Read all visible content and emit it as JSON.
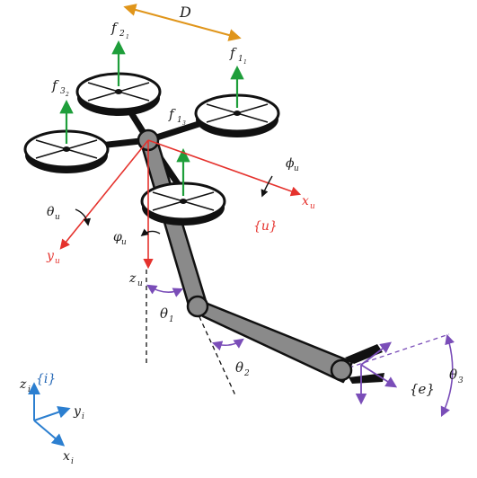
{
  "colors": {
    "force": "#1e9e3a",
    "body_frame": "#e5322d",
    "inertial_frame": "#2c7fd0",
    "angle": "#7a4db8",
    "dimension": "#e0951a",
    "link": "#8a8a8a",
    "dark": "#111111"
  },
  "labels": {
    "D": "D",
    "f": "f",
    "f2_sub": "2",
    "f2_subsub": "1",
    "f1_sub": "1",
    "f1_subsub": "1",
    "f3_sub": "3",
    "f3_subsub": "2",
    "f4_sub": "1",
    "f4_subsub": "3",
    "phi_u": "ϕ",
    "u_sub": "u",
    "theta_u": "θ",
    "varphi_u": "φ",
    "x_u": "x",
    "y_u": "y",
    "z_u": "z",
    "frame_u": "{u}",
    "theta_1": "θ",
    "sub_1": "1",
    "theta_2": "θ",
    "sub_2": "2",
    "theta_3": "θ",
    "sub_3": "3",
    "frame_e": "{e}",
    "frame_i": "{i}",
    "z_i": "z",
    "y_i": "y",
    "x_i": "x",
    "i_sub": "i"
  },
  "icons": [
    "rotor-icon",
    "arm-joint-icon",
    "gripper-icon"
  ]
}
